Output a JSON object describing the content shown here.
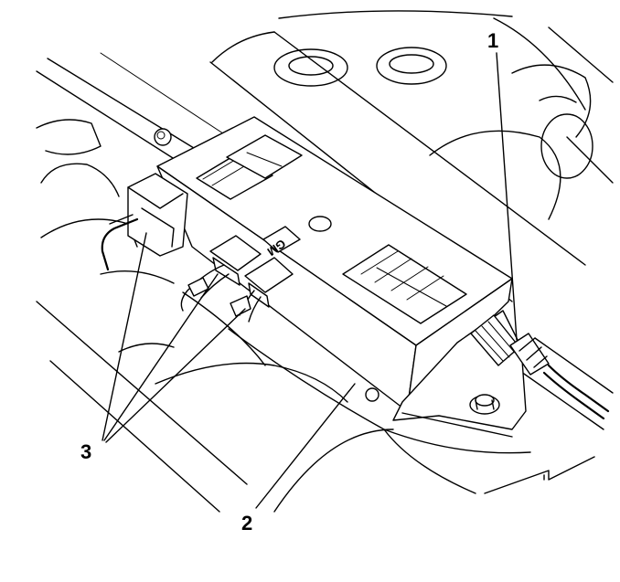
{
  "callouts": [
    {
      "id": "1",
      "label": "1"
    },
    {
      "id": "2",
      "label": "2"
    },
    {
      "id": "3",
      "label": "3"
    }
  ],
  "module": {
    "badge_text": "GM"
  },
  "colors": {
    "ink": "#000000",
    "paper": "#ffffff"
  }
}
